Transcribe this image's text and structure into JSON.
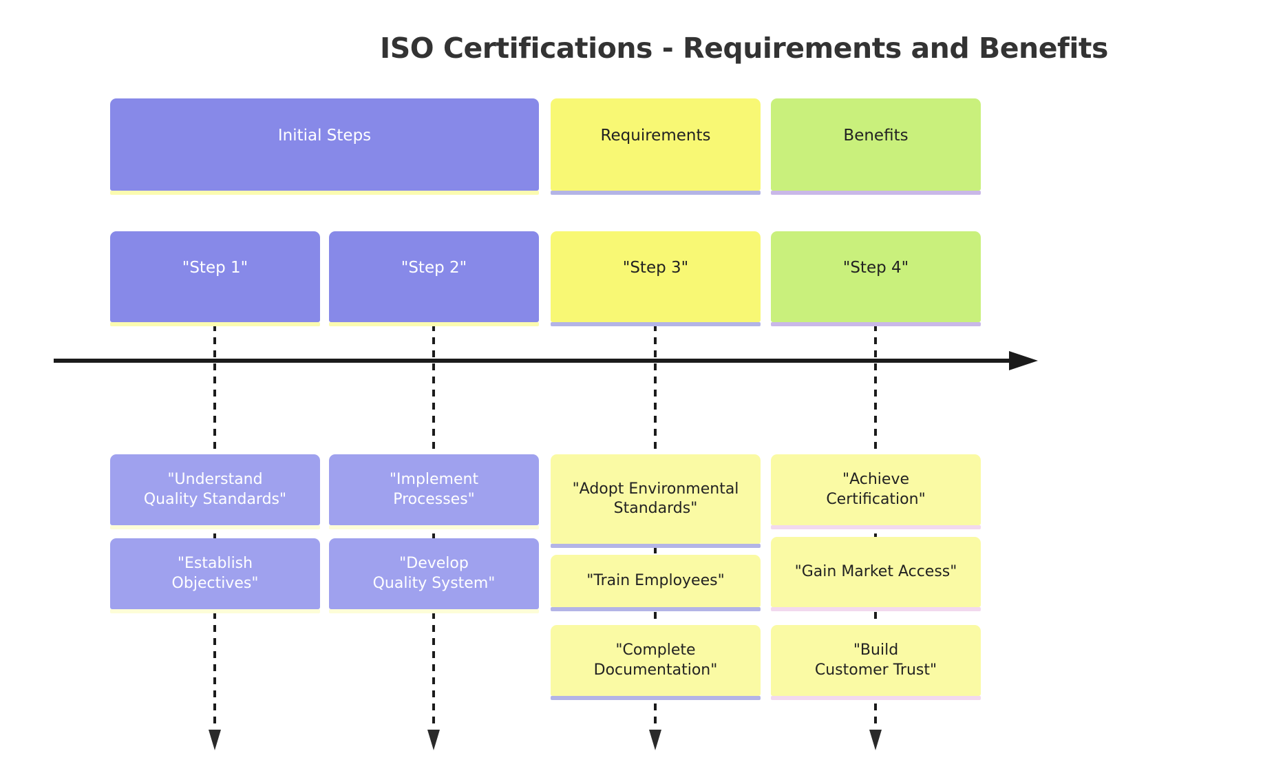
{
  "title": "ISO Certifications - Requirements and Benefits",
  "sections": [
    {
      "label": "Initial Steps"
    },
    {
      "label": "Requirements"
    },
    {
      "label": "Benefits"
    }
  ],
  "columns": [
    {
      "period": "\"Step 1\"",
      "section": "Initial Steps",
      "events": [
        "\"Understand Quality Standards\"",
        "\"Establish Objectives\""
      ]
    },
    {
      "period": "\"Step 2\"",
      "section": "Initial Steps",
      "events": [
        "\"Implement Processes\"",
        "\"Develop Quality System\""
      ]
    },
    {
      "period": "\"Step 3\"",
      "section": "Requirements",
      "events": [
        "\"Adopt Environmental Standards\"",
        "\"Train Employees\"",
        "\"Complete Documentation\""
      ]
    },
    {
      "period": "\"Step 4\"",
      "section": "Benefits",
      "events": [
        "\"Achieve Certification\"",
        "\"Gain Market Access\"",
        "\"Build Customer Trust\""
      ]
    }
  ],
  "colors": {
    "purple": "#8789e8",
    "purple_light": "#9fa1ee",
    "yellow": "#f8f874",
    "yellow_pale": "#fafaa4",
    "green": "#c9f07c",
    "under_yellow": "#fbfbb0",
    "under_yellow_pale": "#fdfdd8",
    "under_periwinkle": "#b3b4e6",
    "under_lavender": "#c9b8e8",
    "under_pink": "#f2d9ee",
    "text_dark": "#222222",
    "text_light": "#ffffff",
    "title_color": "#333333",
    "axis_color": "#1b1b1b"
  }
}
